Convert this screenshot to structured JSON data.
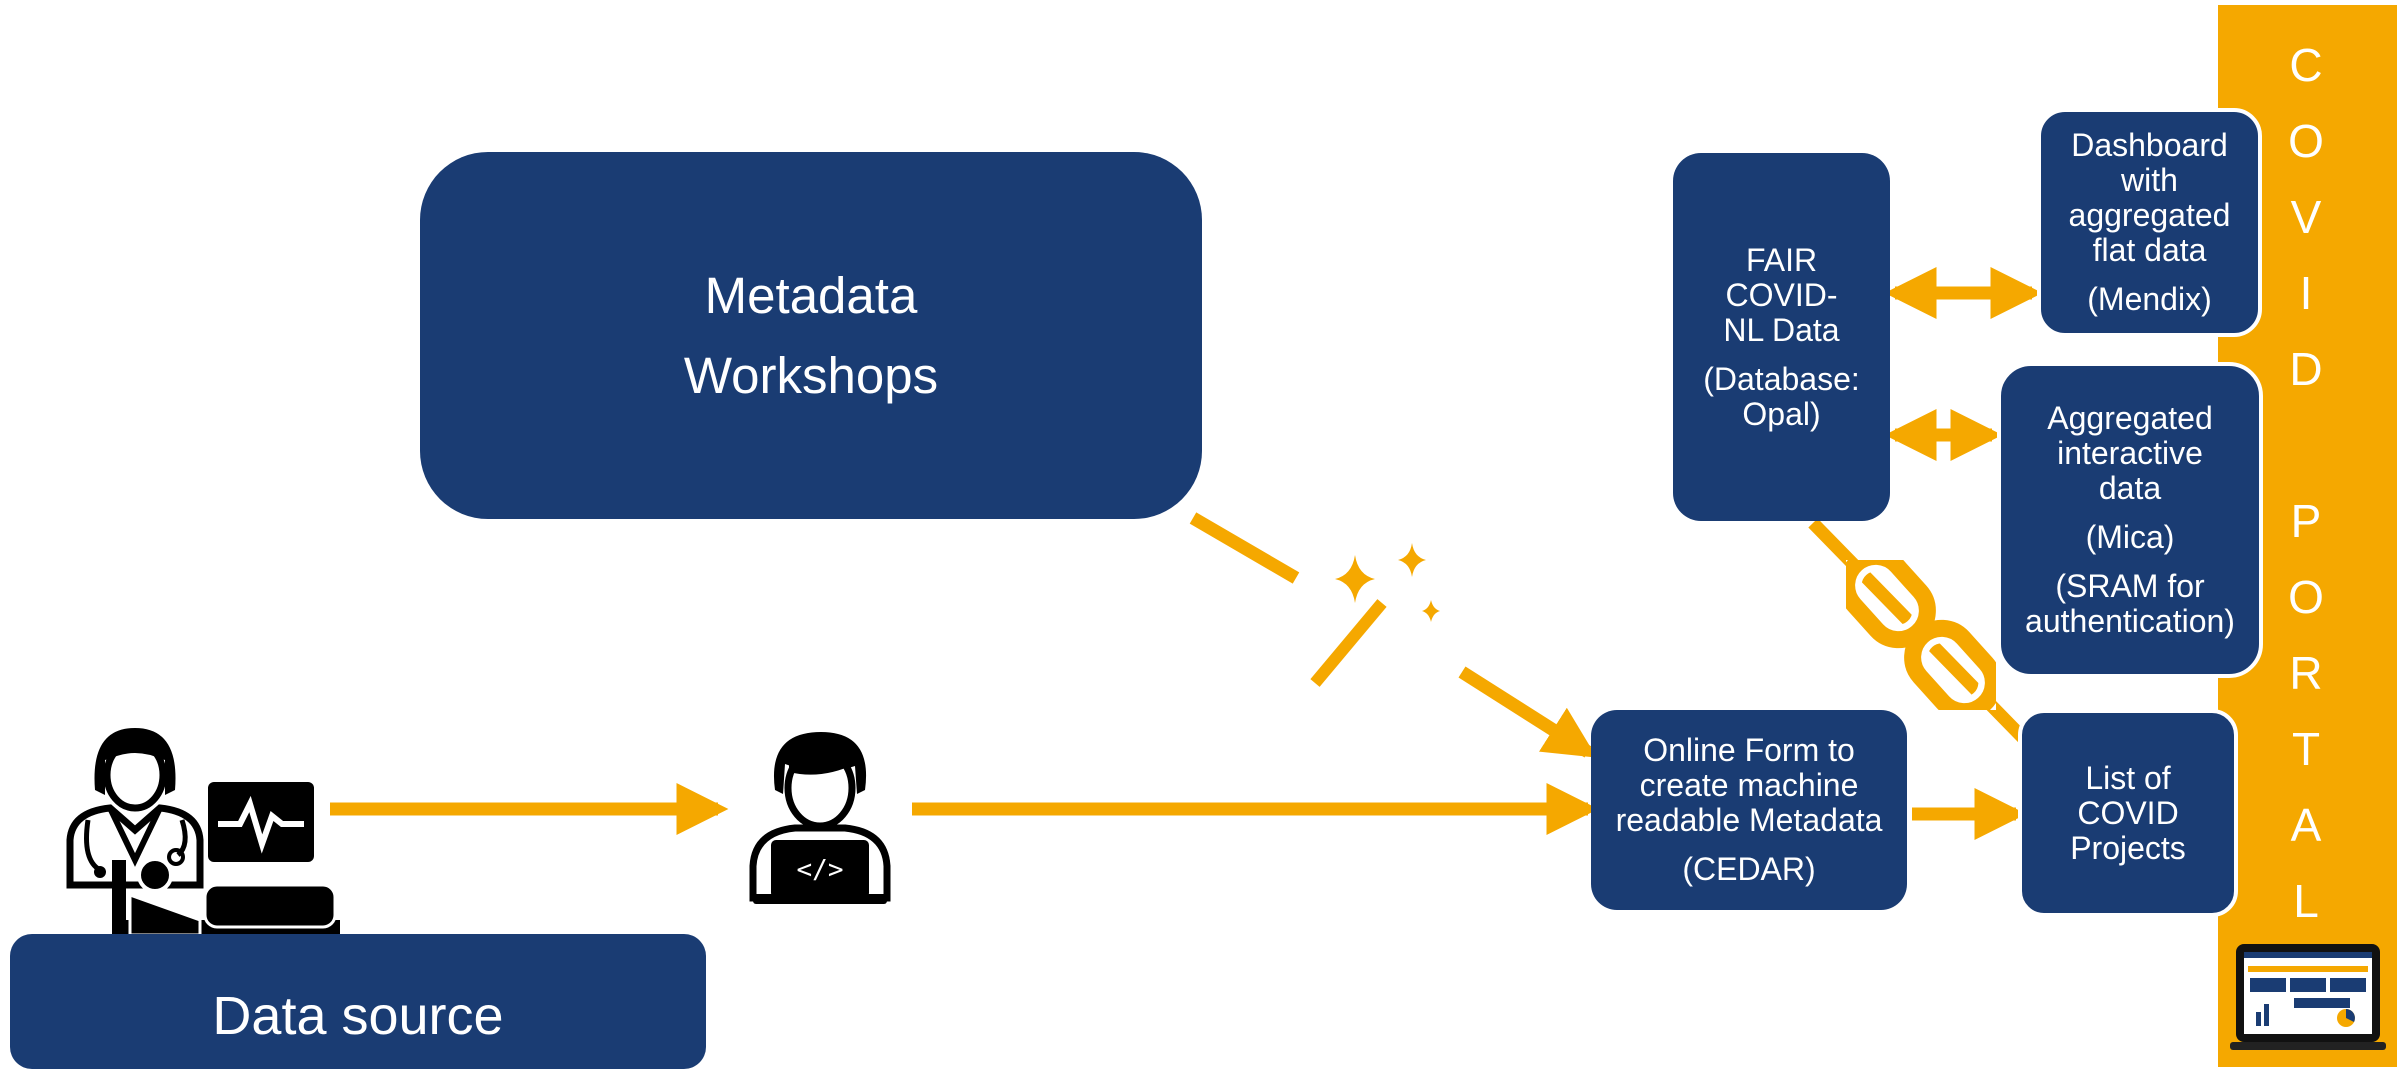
{
  "colors": {
    "navy": "#1a3c73",
    "accent": "#f5a800",
    "white": "#ffffff",
    "black": "#000000"
  },
  "workshops": {
    "line1": "Metadata",
    "line2": "Workshops"
  },
  "data_source": {
    "label": "Data source"
  },
  "fair": {
    "line1": "FAIR",
    "line2": "COVID-",
    "line3": "NL Data",
    "line4": "(Database:",
    "line5": "Opal)"
  },
  "dashboard": {
    "line1": "Dashboard",
    "line2": "with",
    "line3": "aggregated",
    "line4": "flat data",
    "line5": "(Mendix)"
  },
  "aggregated": {
    "line1": "Aggregated",
    "line2": "interactive",
    "line3": "data",
    "line4": "(Mica)",
    "line5": "(SRAM for",
    "line6": "authentication)"
  },
  "online_form": {
    "line1": "Online Form to",
    "line2": "create machine",
    "line3": "readable Metadata",
    "line4": "(CEDAR)"
  },
  "projects": {
    "line1": "List of",
    "line2": "COVID",
    "line3": "Projects"
  },
  "portal": {
    "letters": [
      "C",
      "O",
      "V",
      "I",
      "D",
      "P",
      "O",
      "R",
      "T",
      "A",
      "L"
    ]
  },
  "icons": [
    "doctor-patient-monitor-icon",
    "developer-laptop-icon",
    "magic-wand-icon",
    "chain-link-icon",
    "laptop-dashboard-icon"
  ]
}
